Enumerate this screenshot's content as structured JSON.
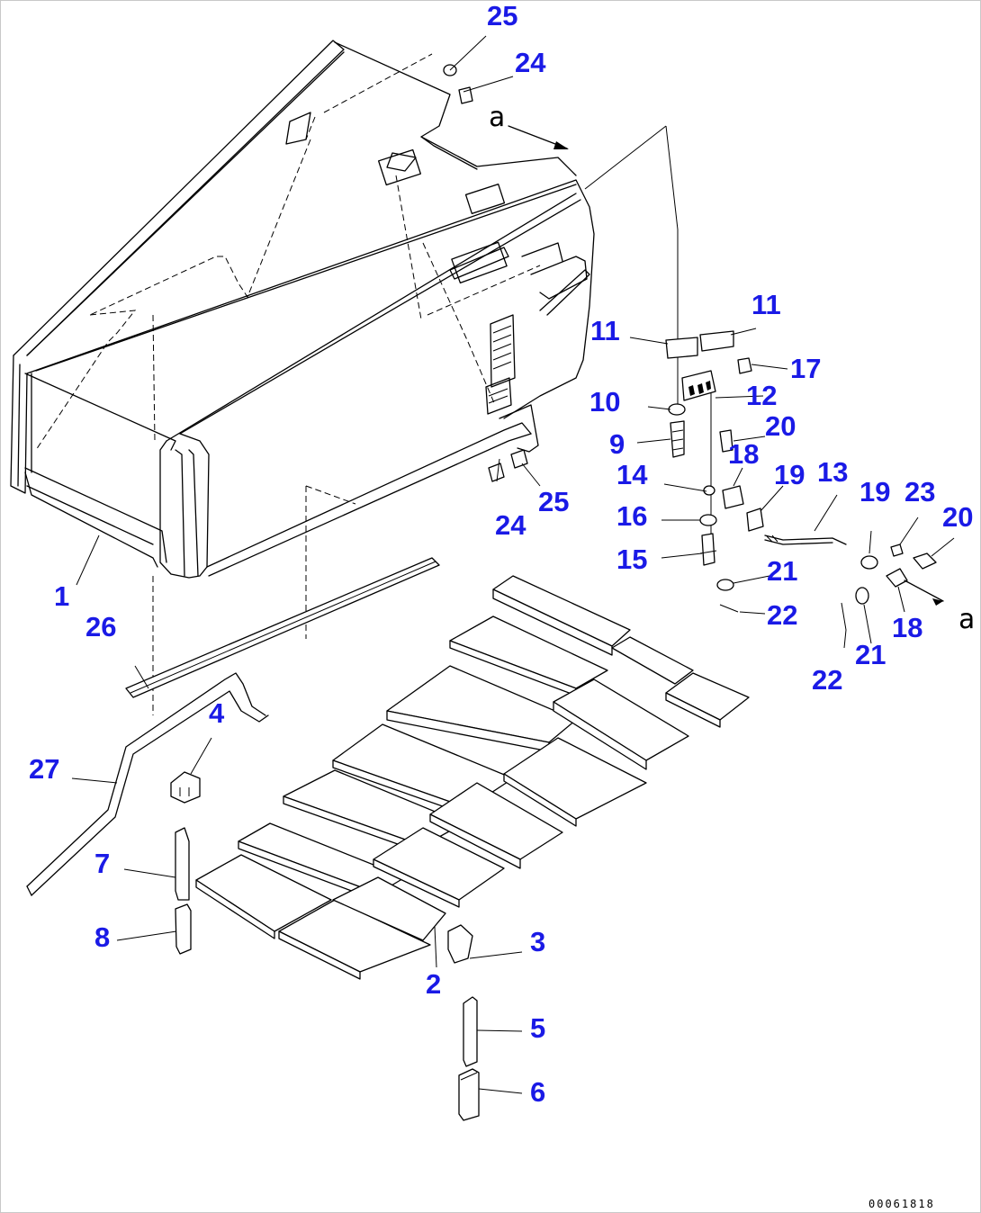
{
  "diagram": {
    "callouts": {
      "c1": "1",
      "c2": "2",
      "c3": "3",
      "c4": "4",
      "c5": "5",
      "c6": "6",
      "c7": "7",
      "c8": "8",
      "c9": "9",
      "c10": "10",
      "c11a": "11",
      "c11b": "11",
      "c12": "12",
      "c13": "13",
      "c14": "14",
      "c15": "15",
      "c16": "16",
      "c17": "17",
      "c18a": "18",
      "c18b": "18",
      "c19a": "19",
      "c19b": "19",
      "c20a": "20",
      "c20b": "20",
      "c21a": "21",
      "c21b": "21",
      "c22a": "22",
      "c22b": "22",
      "c23": "23",
      "c24a": "24",
      "c24b": "24",
      "c25a": "25",
      "c25b": "25",
      "c26": "26",
      "c27": "27"
    },
    "reference_marks": {
      "top": "a",
      "right": "a"
    },
    "drawing_code": "00061818"
  }
}
